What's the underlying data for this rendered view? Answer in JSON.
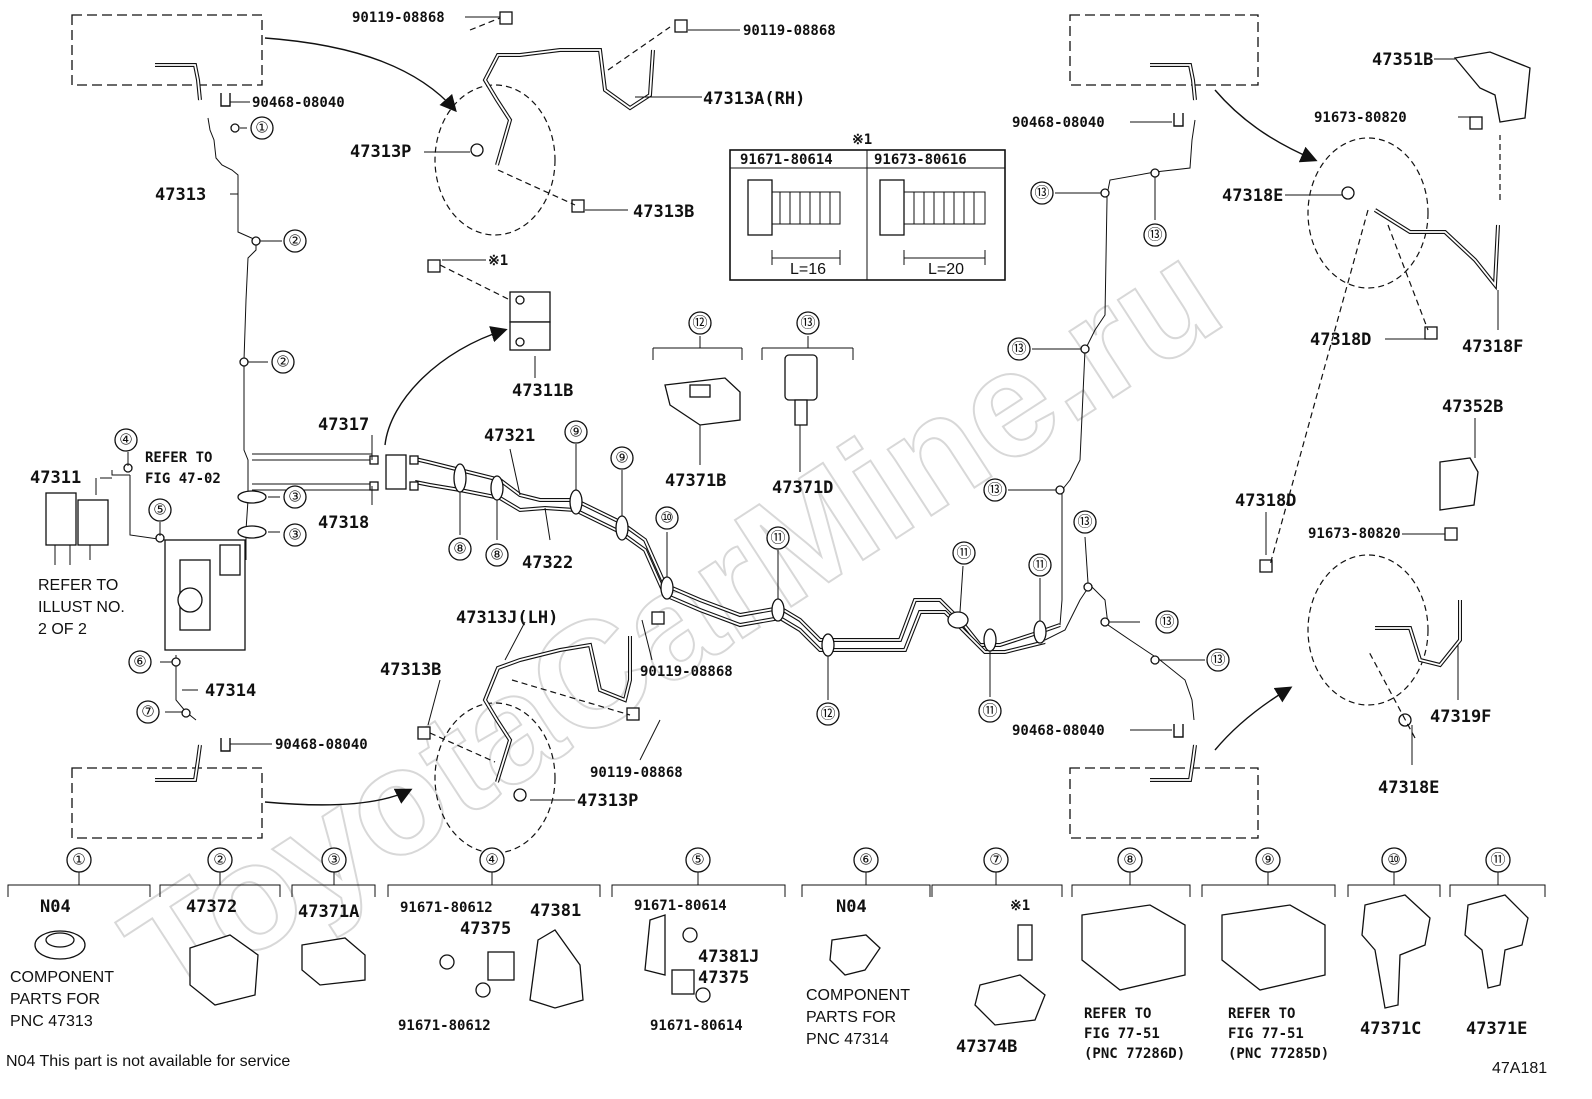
{
  "watermark": "ToyotaCarMine.ru",
  "figure_code": "47A181",
  "footnote": "N04 This part is not available for service",
  "refs": {
    "c1": "①",
    "c2": "②",
    "c3": "③",
    "c4": "④",
    "c5": "⑤",
    "c6": "⑥",
    "c7": "⑦",
    "c8": "⑧",
    "c9": "⑨",
    "c10": "⑩",
    "c11": "⑪",
    "c12": "⑫",
    "c13": "⑬",
    "ast": "※1"
  },
  "labels": {
    "p90119_08868": "90119-08868",
    "p90468_08040": "90468-08040",
    "p47313": "47313",
    "p47313A": "47313A(RH)",
    "p47313P": "47313P",
    "p47313B": "47313B",
    "p47313J": "47313J(LH)",
    "p47311": "47311",
    "p47311B": "47311B",
    "p47314": "47314",
    "p47317": "47317",
    "p47318": "47318",
    "p47321": "47321",
    "p47322": "47322",
    "p47371B": "47371B",
    "p47371D": "47371D",
    "p47351B": "47351B",
    "p47352B": "47352B",
    "p91673_80820": "91673-80820",
    "p47318E": "47318E",
    "p47318D": "47318D",
    "p47318F": "47318F",
    "p47319F": "47319F",
    "refer_fig_47_02_l1": "REFER TO",
    "refer_fig_47_02_l2": "FIG 47-02",
    "refer_illust_l1": "REFER TO",
    "refer_illust_l2": "ILLUST NO.",
    "refer_illust_l3": "2 OF 2"
  },
  "bolt_table": {
    "title": "※1",
    "col1": "91671-80614",
    "col2": "91673-80616",
    "len1": "L=16",
    "len2": "L=20"
  },
  "legend": {
    "b1_code": "N04",
    "b1_desc_l1": "COMPONENT",
    "b1_desc_l2": "PARTS FOR",
    "b1_desc_l3": "PNC 47313",
    "b2_code": "47372",
    "b3_code": "47371A",
    "b4_bolt_top": "91671-80612",
    "b4_part_a": "47375",
    "b4_part_b": "47381",
    "b4_bolt_bottom": "91671-80612",
    "b5_bolt_top": "91671-80614",
    "b5_part_a": "47381J",
    "b5_part_b": "47375",
    "b5_bolt_bottom": "91671-80614",
    "b6_code": "N04",
    "b6_desc_l1": "COMPONENT",
    "b6_desc_l2": "PARTS FOR",
    "b6_desc_l3": "PNC 47314",
    "b7_code": "47374B",
    "b8_l1": "REFER TO",
    "b8_l2": "FIG 77-51",
    "b8_l3": "(PNC 77286D)",
    "b9_l1": "REFER TO",
    "b9_l2": "FIG 77-51",
    "b9_l3": "(PNC 77285D)",
    "b10_code": "47371C",
    "b11_code": "47371E"
  }
}
